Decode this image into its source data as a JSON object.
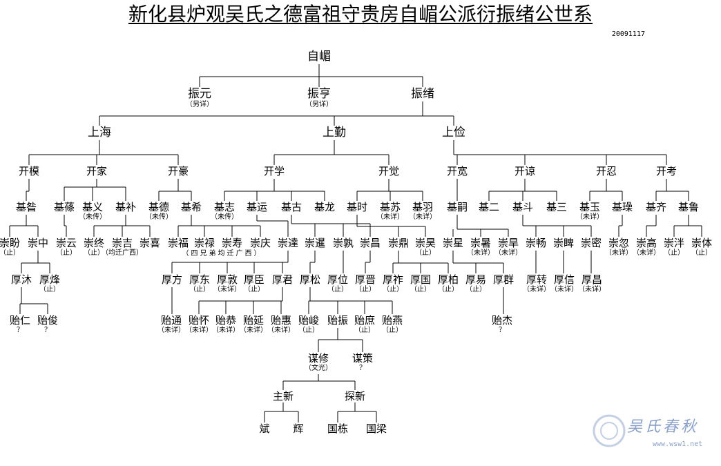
{
  "title": "新化县炉观吴氏之德富祖守贵房自嵋公派衍振绪公世系",
  "date": "20091117",
  "watermark": {
    "text": "吴氏春秋",
    "url": "www.wsw1.net"
  },
  "notes": {
    "siblings_guangxi": "四兄弟均迁广西"
  },
  "nodes": [
    {
      "id": "ziwei",
      "name": "自嵋"
    },
    {
      "id": "zhenyuan",
      "name": "振元",
      "note": "（另详）"
    },
    {
      "id": "zhenheng",
      "name": "振亨",
      "note": "（另详）"
    },
    {
      "id": "zhenxu",
      "name": "振绪"
    },
    {
      "id": "shanghai",
      "name": "上海"
    },
    {
      "id": "shangqin",
      "name": "上勤"
    },
    {
      "id": "shangjian",
      "name": "上俭"
    },
    {
      "id": "kaimo",
      "name": "开模"
    },
    {
      "id": "kaijia",
      "name": "开家"
    },
    {
      "id": "kaihao",
      "name": "开豪"
    },
    {
      "id": "kaixue",
      "name": "开学"
    },
    {
      "id": "kaijue",
      "name": "开觉"
    },
    {
      "id": "kaikuan",
      "name": "开宽"
    },
    {
      "id": "kailiang",
      "name": "开谅"
    },
    {
      "id": "kairen",
      "name": "开忍"
    },
    {
      "id": "kaikao",
      "name": "开考"
    },
    {
      "id": "jizan",
      "name": "基昝"
    },
    {
      "id": "jisui",
      "name": "基蓧"
    },
    {
      "id": "jiyi",
      "name": "基义",
      "note": "（未传）"
    },
    {
      "id": "jibu",
      "name": "基补"
    },
    {
      "id": "jide",
      "name": "基德",
      "note": "（未传）"
    },
    {
      "id": "jixi",
      "name": "基希"
    },
    {
      "id": "jizhi",
      "name": "基志",
      "note": "（未传）"
    },
    {
      "id": "jiyun",
      "name": "基运"
    },
    {
      "id": "jigu",
      "name": "基古"
    },
    {
      "id": "jilong",
      "name": "基龙"
    },
    {
      "id": "jishi",
      "name": "基时"
    },
    {
      "id": "jisu",
      "name": "基苏",
      "note": "（未详）"
    },
    {
      "id": "jiyu",
      "name": "基羽",
      "note": "（未详）"
    },
    {
      "id": "jisi",
      "name": "基嗣"
    },
    {
      "id": "jier",
      "name": "基二"
    },
    {
      "id": "jidou",
      "name": "基斗"
    },
    {
      "id": "jisan",
      "name": "基三"
    },
    {
      "id": "jiyu2",
      "name": "基玉",
      "note": "（未详）"
    },
    {
      "id": "jizao",
      "name": "基璪"
    },
    {
      "id": "jiqi",
      "name": "基齐"
    },
    {
      "id": "jilu",
      "name": "基鲁"
    },
    {
      "id": "cpan",
      "name": "崇盼",
      "note": "（止）"
    },
    {
      "id": "czhong",
      "name": "崇中"
    },
    {
      "id": "cyun",
      "name": "崇云",
      "note": "（止）"
    },
    {
      "id": "czhong2",
      "name": "崇终",
      "note": "（止）"
    },
    {
      "id": "cji",
      "name": "崇吉",
      "note": "（均迁广西）"
    },
    {
      "id": "cxi",
      "name": "崇喜"
    },
    {
      "id": "cfu",
      "name": "崇福"
    },
    {
      "id": "clu",
      "name": "崇禄"
    },
    {
      "id": "cshou",
      "name": "崇寿"
    },
    {
      "id": "cqing",
      "name": "崇庆"
    },
    {
      "id": "cda",
      "name": "崇達"
    },
    {
      "id": "cxian",
      "name": "崇暹"
    },
    {
      "id": "czhi",
      "name": "崇孰"
    },
    {
      "id": "cchang",
      "name": "崇昌"
    },
    {
      "id": "cding",
      "name": "崇鼎"
    },
    {
      "id": "chao",
      "name": "崇昊",
      "note": "（止）"
    },
    {
      "id": "cxing",
      "name": "崇星"
    },
    {
      "id": "cshu",
      "name": "崇暑",
      "note": "（未详）"
    },
    {
      "id": "chan",
      "name": "崇旱",
      "note": "（未详）"
    },
    {
      "id": "cchang2",
      "name": "崇畅"
    },
    {
      "id": "cbi",
      "name": "崇睥"
    },
    {
      "id": "cmi",
      "name": "崇密"
    },
    {
      "id": "chu",
      "name": "崇忽",
      "note": "（未详）"
    },
    {
      "id": "cgao",
      "name": "崇高",
      "note": "（未详）"
    },
    {
      "id": "cpan2",
      "name": "崇泮",
      "note": "（止）"
    },
    {
      "id": "cti",
      "name": "崇体",
      "note": "（止）"
    },
    {
      "id": "hmu",
      "name": "厚沐"
    },
    {
      "id": "hfeng",
      "name": "厚烽",
      "note": "（止）"
    },
    {
      "id": "hfang",
      "name": "厚方"
    },
    {
      "id": "hdong",
      "name": "厚东",
      "note": "（止）"
    },
    {
      "id": "hdun",
      "name": "厚敦",
      "note": "（未详）"
    },
    {
      "id": "hchen",
      "name": "厚臣",
      "note": "（止）"
    },
    {
      "id": "hjun",
      "name": "厚君"
    },
    {
      "id": "hsong",
      "name": "厚松"
    },
    {
      "id": "hwei",
      "name": "厚位",
      "note": "（止）"
    },
    {
      "id": "hjin",
      "name": "厚晋",
      "note": "（止）"
    },
    {
      "id": "hzuo",
      "name": "厚祚",
      "note": "（止）"
    },
    {
      "id": "hguo",
      "name": "厚国",
      "note": "（止）"
    },
    {
      "id": "hbai",
      "name": "厚柏",
      "note": "（止）"
    },
    {
      "id": "hyi",
      "name": "厚易",
      "note": "（止）"
    },
    {
      "id": "hqun",
      "name": "厚群"
    },
    {
      "id": "hzhuan",
      "name": "厚转",
      "note": "（未详）"
    },
    {
      "id": "hxin",
      "name": "厚信",
      "note": "（未详）"
    },
    {
      "id": "hchang",
      "name": "厚昌",
      "note": "（未详）"
    },
    {
      "id": "yren",
      "name": "贻仁",
      "note": "？"
    },
    {
      "id": "yjun",
      "name": "贻俊",
      "note": "？"
    },
    {
      "id": "ytong",
      "name": "贻通",
      "note": "（未详）"
    },
    {
      "id": "yhuai",
      "name": "贻怀",
      "note": "（未详）"
    },
    {
      "id": "ygong",
      "name": "贻恭",
      "note": "（未详）"
    },
    {
      "id": "yyan",
      "name": "贻延",
      "note": "（未详）"
    },
    {
      "id": "yhui",
      "name": "贻惠",
      "note": "（未详）"
    },
    {
      "id": "yjun2",
      "name": "贻峻",
      "note": "（止）"
    },
    {
      "id": "yzhen",
      "name": "贻振"
    },
    {
      "id": "yshu",
      "name": "贻庶",
      "note": "（止）"
    },
    {
      "id": "yyan2",
      "name": "贻燕",
      "note": "（止）"
    },
    {
      "id": "yjie",
      "name": "贻杰",
      "note": "？"
    },
    {
      "id": "mxiu",
      "name": "谋修",
      "note": "（文光）"
    },
    {
      "id": "mce",
      "name": "谋策",
      "note": "？"
    },
    {
      "id": "zhuxin",
      "name": "主新"
    },
    {
      "id": "tanxin",
      "name": "探新"
    },
    {
      "id": "bin",
      "name": "斌"
    },
    {
      "id": "hui",
      "name": "辉"
    },
    {
      "id": "guodong",
      "name": "国栋"
    },
    {
      "id": "guoliang",
      "name": "国梁"
    }
  ]
}
